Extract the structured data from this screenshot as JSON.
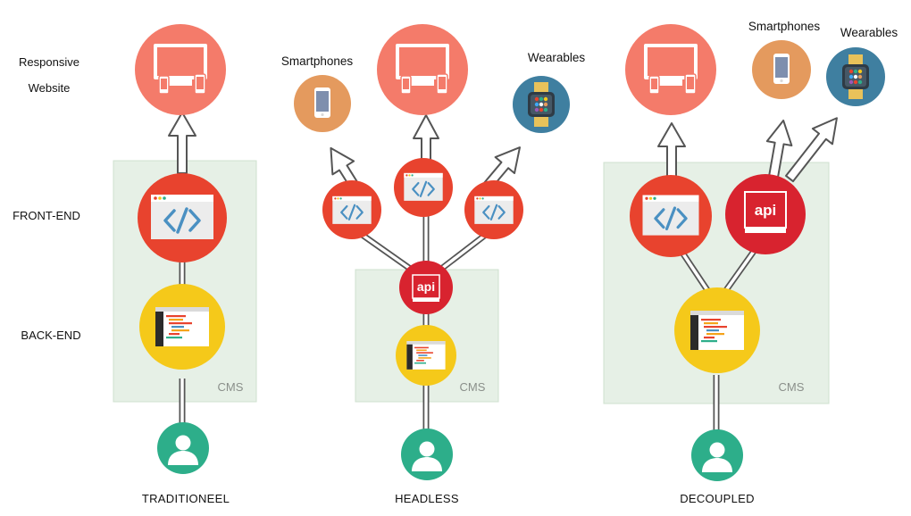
{
  "labels": {
    "responsive_line1": "Responsive",
    "responsive_line2": "Website",
    "front_end": "FRONT-END",
    "back_end": "BACK-END"
  },
  "columns": [
    {
      "title": "TRADITIONEEL",
      "cms": "CMS"
    },
    {
      "title": "HEADLESS",
      "cms": "CMS",
      "smartphones": "Smartphones",
      "wearables": "Wearables",
      "api": "api"
    },
    {
      "title": "DECOUPLED",
      "cms": "CMS",
      "smartphones": "Smartphones",
      "wearables": "Wearables",
      "api": "api"
    }
  ],
  "icons": {
    "desktop": "responsive-devices-icon",
    "phone": "smartphone-icon",
    "watch": "smartwatch-icon",
    "code": "code-window-icon",
    "backend": "code-editor-icon",
    "user": "user-icon"
  },
  "colors": {
    "desktop_circle": "#F47B6A",
    "phone_circle": "#E49A5E",
    "watch_circle": "#3F7FA0",
    "frontend_circle": "#E8432E",
    "api_circle": "#D8232F",
    "backend_circle": "#F5C91A",
    "user_circle": "#2DAE8A",
    "cms_box": "#E6F0E6"
  }
}
